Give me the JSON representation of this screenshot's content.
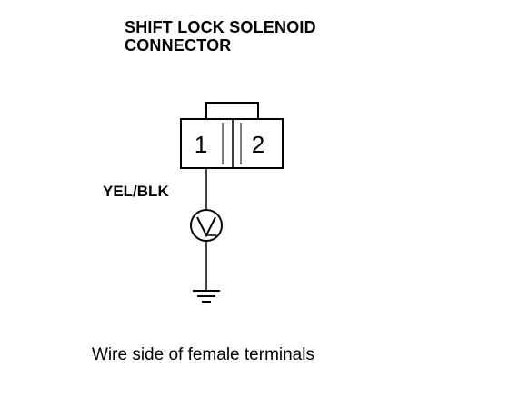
{
  "title": {
    "line1": "SHIFT LOCK SOLENOID",
    "line2": "CONNECTOR"
  },
  "connector": {
    "terminals": [
      {
        "number": "1"
      },
      {
        "number": "2"
      }
    ]
  },
  "wire": {
    "color_code": "YEL/BLK",
    "terminal": "1"
  },
  "meter": {
    "icon": "voltmeter-icon"
  },
  "ground": {
    "icon": "ground-icon"
  },
  "caption": "Wire side of female terminals",
  "colors": {
    "line": "#000000",
    "background": "#ffffff"
  }
}
